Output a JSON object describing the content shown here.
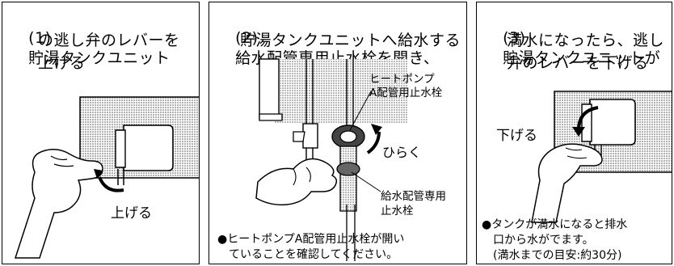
{
  "steps": [
    {
      "number": "(1)",
      "title_lines": [
        "貯湯タンクユニット",
        "の逃し弁のレバーを",
        "上げる"
      ],
      "action_label": "上げる"
    },
    {
      "number": "(2)",
      "title_lines": [
        "給水配管専用止水栓を開き、",
        "貯湯タンクユニットへ給水する"
      ],
      "callout_heatpump_lines": [
        "ヒートポンプ",
        "A配管用止水栓"
      ],
      "action_label": "ひらく",
      "callout_supply_lines": [
        "給水配管専用",
        "止水栓"
      ],
      "note_lines": [
        "●ヒートポンプA配管用止水栓が開い",
        "　ていることを確認してください。"
      ]
    },
    {
      "number": "(3)",
      "title_lines": [
        "貯湯タンクユニットが",
        "満水になったら、逃し",
        "弁のレバーを下げる"
      ],
      "action_label": "下げる",
      "note_lines": [
        "●タンクが満水になると排水",
        "　口から水がでます。",
        "　(満水までの目安:約30分)"
      ]
    }
  ]
}
